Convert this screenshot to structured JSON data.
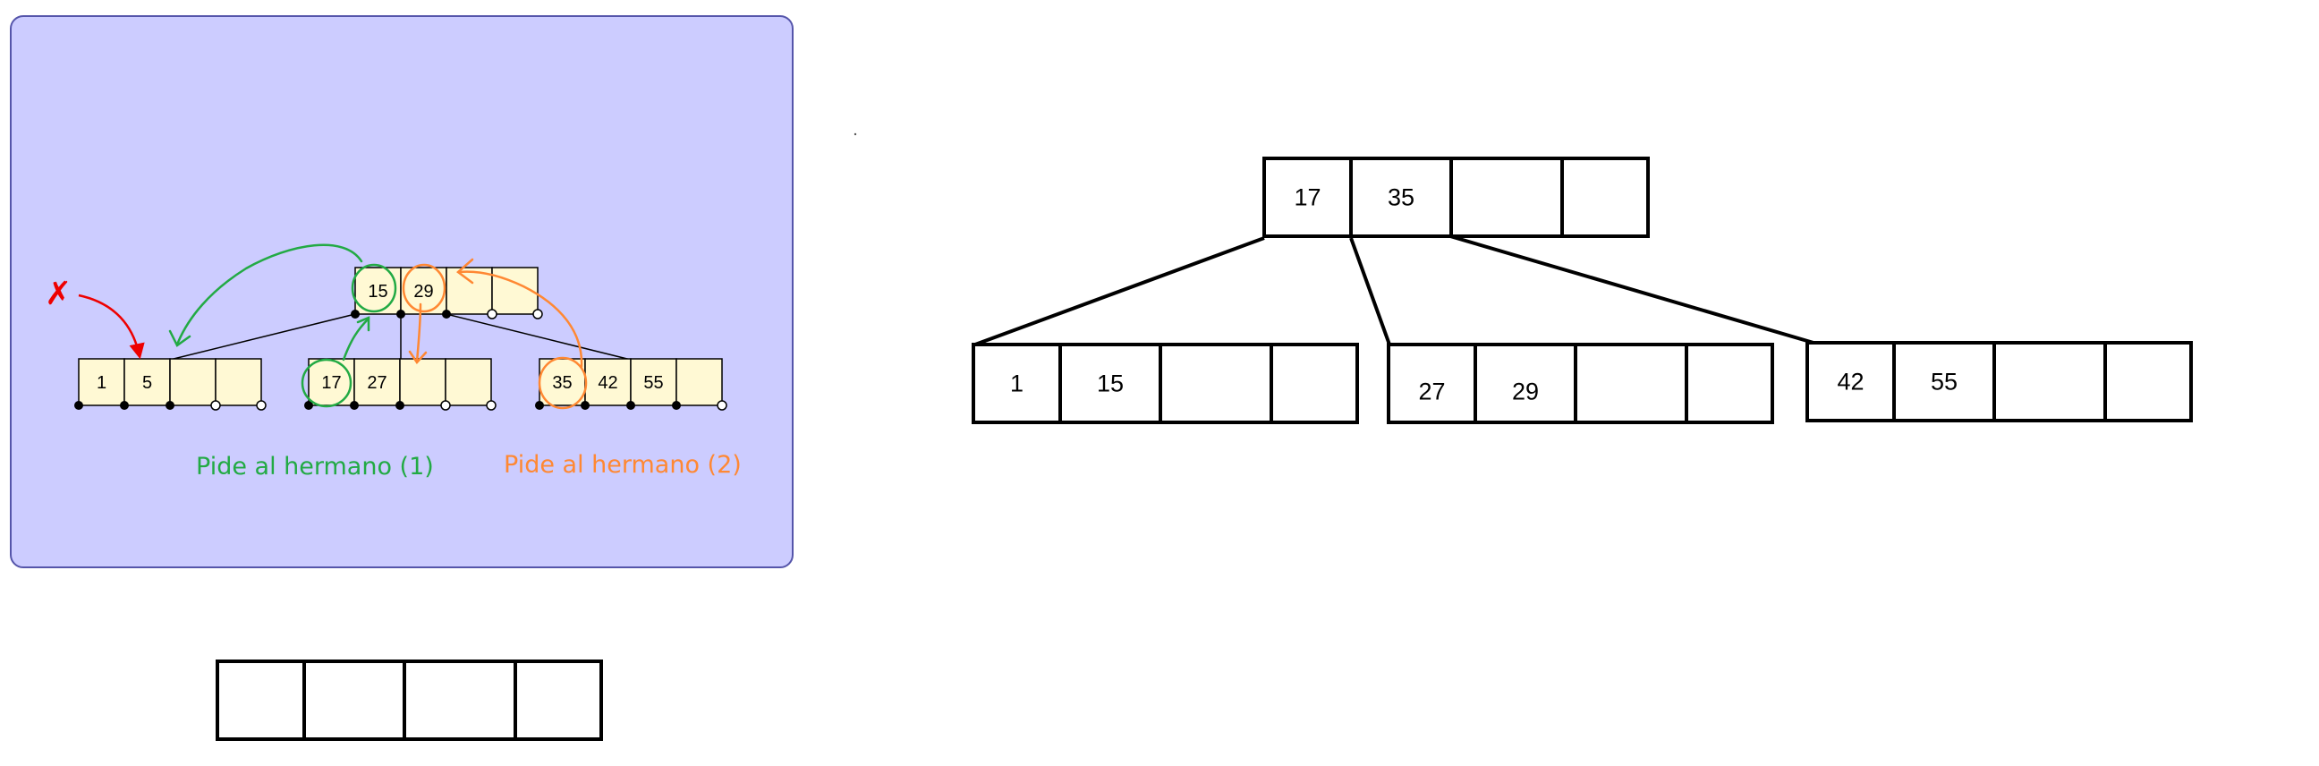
{
  "colors": {
    "panel_fill": "#ccccff",
    "panel_border": "#5555aa",
    "cell_fill": "#fff9d4",
    "green": "#22aa44",
    "orange": "#ff8833",
    "red": "#ee0000",
    "black": "#000000"
  },
  "icons": {
    "delete_mark": "cross-mark-icon"
  },
  "panel": {
    "delete_mark": "✗",
    "root_keys": [
      "15",
      "29",
      "",
      ""
    ],
    "leaves": [
      {
        "keys": [
          "1",
          "5",
          "",
          ""
        ]
      },
      {
        "keys": [
          "17",
          "27",
          "",
          ""
        ]
      },
      {
        "keys": [
          "35",
          "42",
          "55",
          ""
        ]
      }
    ],
    "label_left": "Pide al hermano (1)",
    "label_right": "Pide al hermano (2)"
  },
  "tree": {
    "root_keys": [
      "17",
      "35",
      "",
      ""
    ],
    "leaves": [
      {
        "keys": [
          "1",
          "15",
          "",
          ""
        ]
      },
      {
        "keys": [
          "27",
          "29",
          "",
          ""
        ]
      },
      {
        "keys": [
          "42",
          "55",
          "",
          ""
        ]
      }
    ]
  },
  "empty_node": {
    "keys": [
      "",
      "",
      "",
      ""
    ]
  }
}
